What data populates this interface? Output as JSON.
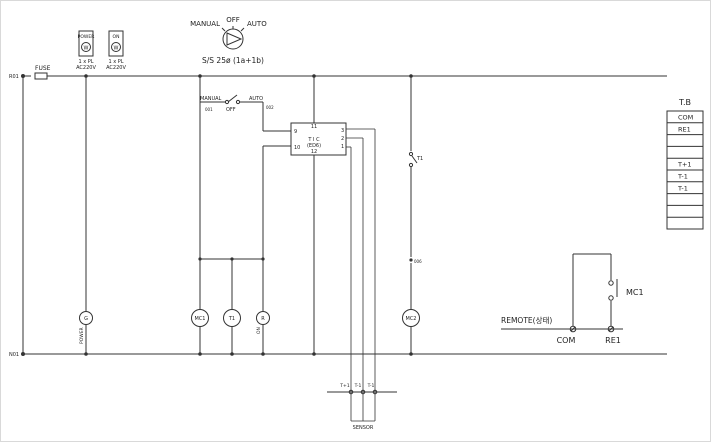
{
  "bus": {
    "top_label": "R01",
    "bottom_label": "N01",
    "fuse_label": "FUSE"
  },
  "pilot_lamps": [
    {
      "label": "POWER",
      "spec": "1 x PL",
      "voltage": "AC220V",
      "symbol": "W"
    },
    {
      "label": "ON",
      "spec": "1 x PL",
      "voltage": "AC220V",
      "symbol": "W"
    }
  ],
  "selector_switch": {
    "positions": [
      "MANUAL",
      "OFF",
      "AUTO"
    ],
    "spec": "S/S 25ø (1a+1b)",
    "wire_left": "001",
    "wire_right": "002"
  },
  "controller": {
    "title": "T I C",
    "model": "(ED6)",
    "terminals": {
      "top": "11",
      "left_upper": "9",
      "left_lower": "10",
      "bottom": "12",
      "right": [
        "3",
        "2",
        "1"
      ]
    }
  },
  "contacts": {
    "t1_label": "T1",
    "wire_006": "006"
  },
  "bottom_loads": [
    {
      "symbol": "G",
      "label": "POWER"
    },
    {
      "symbol": "MC1",
      "label": ""
    },
    {
      "symbol": "T1",
      "label": ""
    },
    {
      "symbol": "R",
      "label": "ON"
    },
    {
      "symbol": "MC2",
      "label": ""
    }
  ],
  "sensor": {
    "terminals": [
      "T+1",
      "T-1",
      "T-1"
    ],
    "label": "SENSOR"
  },
  "terminal_block": {
    "title": "T.B",
    "rows": [
      "COM",
      "RE1",
      "",
      "",
      "T+1",
      "T-1",
      "T-1",
      "",
      "",
      ""
    ]
  },
  "remote": {
    "label": "REMOTE(상태)",
    "terminals": [
      "COM",
      "RE1"
    ],
    "contact_label": "MC1"
  }
}
